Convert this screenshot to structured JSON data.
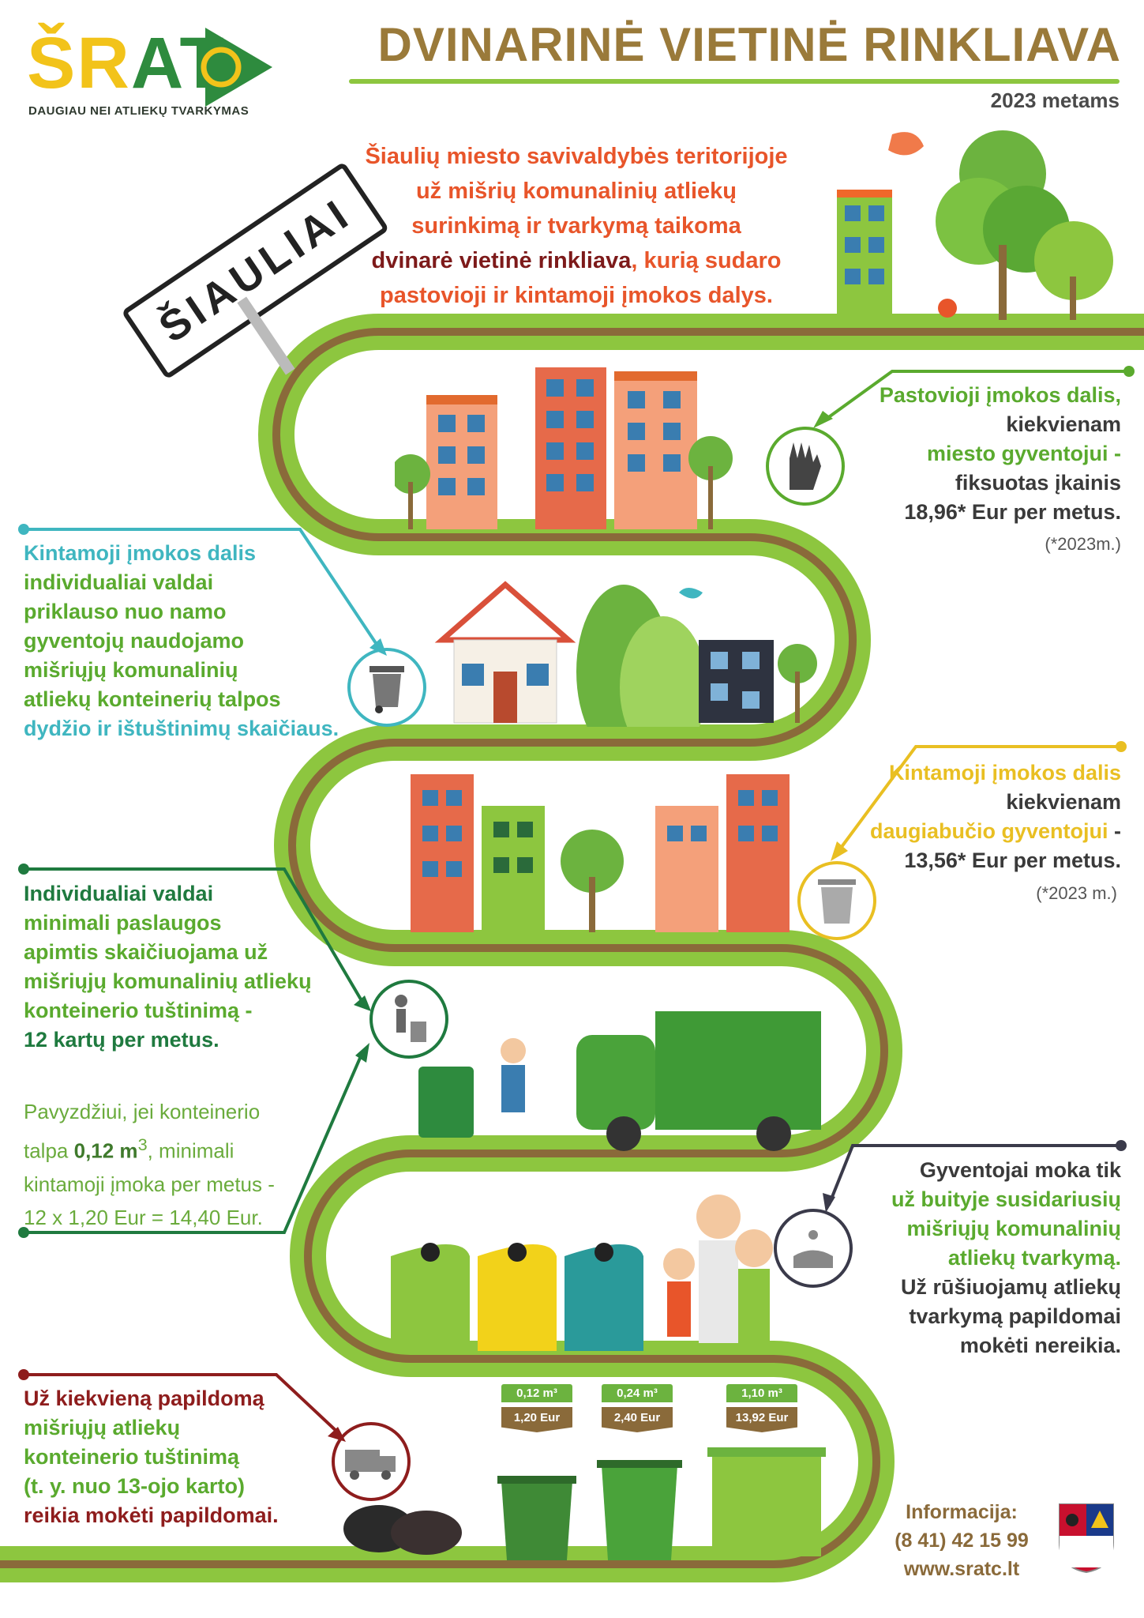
{
  "logo": {
    "text_s": "Š",
    "text_r": "R",
    "text_at": "AT",
    "tagline": "DAUGIAU NEI ATLIEKŲ TVARKYMAS",
    "yellow": "#f2c31a",
    "green": "#2e8b3e"
  },
  "header": {
    "title": "DVINARINĖ VIETINĖ RINKLIAVA",
    "year": "2023 metams"
  },
  "sign": {
    "city": "ŠIAULIAI"
  },
  "intro": {
    "line1": "Šiaulių miesto savivaldybės teritorijoje",
    "line2": "už mišrių komunalinių atliekų",
    "line3": "surinkimą ir tvarkymą taikoma",
    "line4_dark": "dvinarė vietinė rinkliava",
    "line4_rest": ", kurią sudaro",
    "line5": "pastovioji ir kintamoji įmokos dalys."
  },
  "fixed_part": {
    "l1": "Pastovioji įmokos dalis,",
    "l2": "kiekvienam",
    "l3": "miesto gyventojui -",
    "l4": "fiksuotas įkainis",
    "l5": "18,96* Eur per metus.",
    "note": "(*2023m.)"
  },
  "variable_private": {
    "l1": "Kintamoji įmokos dalis",
    "l2": "individualiai valdai",
    "l3": "priklauso nuo namo",
    "l4": "gyventojų naudojamo",
    "l5": "mišriųjų komunalinių",
    "l6": "atliekų konteinerių talpos",
    "l7": "dydžio ir ištuštinimų skaičiaus."
  },
  "variable_apartment": {
    "l1": "Kintamoji įmokos dalis",
    "l2": "kiekvienam",
    "l3": "daugiabučio gyventojui",
    "l3b": " -",
    "l4": "13,56* Eur per metus.",
    "note": "(*2023 m.)"
  },
  "minimum_service": {
    "l1": "Individualiai valdai",
    "l2": "minimali paslaugos",
    "l3": "apimtis skaičiuojama už",
    "l4": "mišriųjų komunalinių atliekų",
    "l5": "konteinerio tuštinimą -",
    "l6": "12 kartų per metus."
  },
  "example": {
    "l1": "Pavyzdžiui, jei konteinerio",
    "l2a": "talpa ",
    "l2b": "0,12 m",
    "l2sup": "3",
    "l2c": ", minimali",
    "l3": "kintamoji įmoka per metus -",
    "l4": "12 x 1,20 Eur = 14,40 Eur."
  },
  "residents_pay": {
    "l1": "Gyventojai moka tik",
    "l2": "už buityje susidariusių",
    "l3": "mišriųjų komunalinių",
    "l4": "atliekų tvarkymą.",
    "l5": "Už rūšiuojamų atliekų",
    "l6": "tvarkymą papildomai",
    "l7": "mokėti nereikia."
  },
  "extra": {
    "l1": "Už kiekvieną papildomą",
    "l2": "mišriųjų atliekų",
    "l3": "konteinerio tuštinimą",
    "l4": "(t. y. nuo 13-ojo karto)",
    "l5": "reikia mokėti papildomai."
  },
  "bins": [
    {
      "volume": "0,12 m³",
      "price": "1,20 Eur"
    },
    {
      "volume": "0,24 m³",
      "price": "2,40 Eur"
    },
    {
      "volume": "1,10 m³",
      "price": "13,92 Eur"
    }
  ],
  "contact": {
    "label": "Informacija:",
    "phone": "(8 41) 42 15 99",
    "web": "www.sratc.lt"
  },
  "colors": {
    "road_outer": "#8dc63f",
    "road_inner": "#8a6a3a",
    "accent_green": "#5aaa2e",
    "accent_teal": "#3fb6c0",
    "accent_yellow": "#e9bf22",
    "accent_red": "#8e1d1d"
  }
}
